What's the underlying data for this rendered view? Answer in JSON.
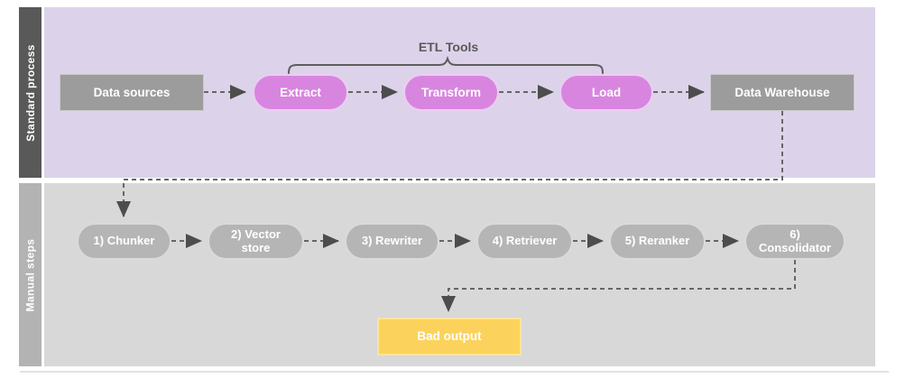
{
  "diagram": {
    "lanes": [
      {
        "label": "Standard process"
      },
      {
        "label": "Manual steps"
      }
    ],
    "group_label": "ETL Tools",
    "nodes": {
      "data_sources": "Data sources",
      "extract": "Extract",
      "transform": "Transform",
      "load": "Load",
      "data_warehouse": "Data Warehouse",
      "chunker": "1) Chunker",
      "vector_store": "2) Vector store",
      "rewriter": "3) Rewriter",
      "retriever": "4) Retriever",
      "reranker": "5) Reranker",
      "consolidator": "6) Consolidator",
      "bad_output": "Bad output"
    },
    "edges": [
      "Data sources -> Extract",
      "Extract -> Transform",
      "Transform -> Load",
      "Load -> Data Warehouse",
      "Data Warehouse -> 1) Chunker",
      "1) Chunker -> 2) Vector store",
      "2) Vector store -> 3) Rewriter",
      "3) Rewriter -> 4) Retriever",
      "4) Retriever -> 5) Reranker",
      "5) Reranker -> 6) Consolidator",
      "6) Consolidator -> Bad output"
    ],
    "colors": {
      "standard_lane_bg": "#dcd3ea",
      "standard_lane_bar": "#595959",
      "manual_lane_bg": "#d8d8d8",
      "manual_lane_bar": "#b3b3b3",
      "etl_pill": "#d885e0",
      "gray_box": "#9c9c9c",
      "gray_pill": "#b5b5b5",
      "bad_output_box": "#fbd35c",
      "connector": "#666666"
    }
  }
}
